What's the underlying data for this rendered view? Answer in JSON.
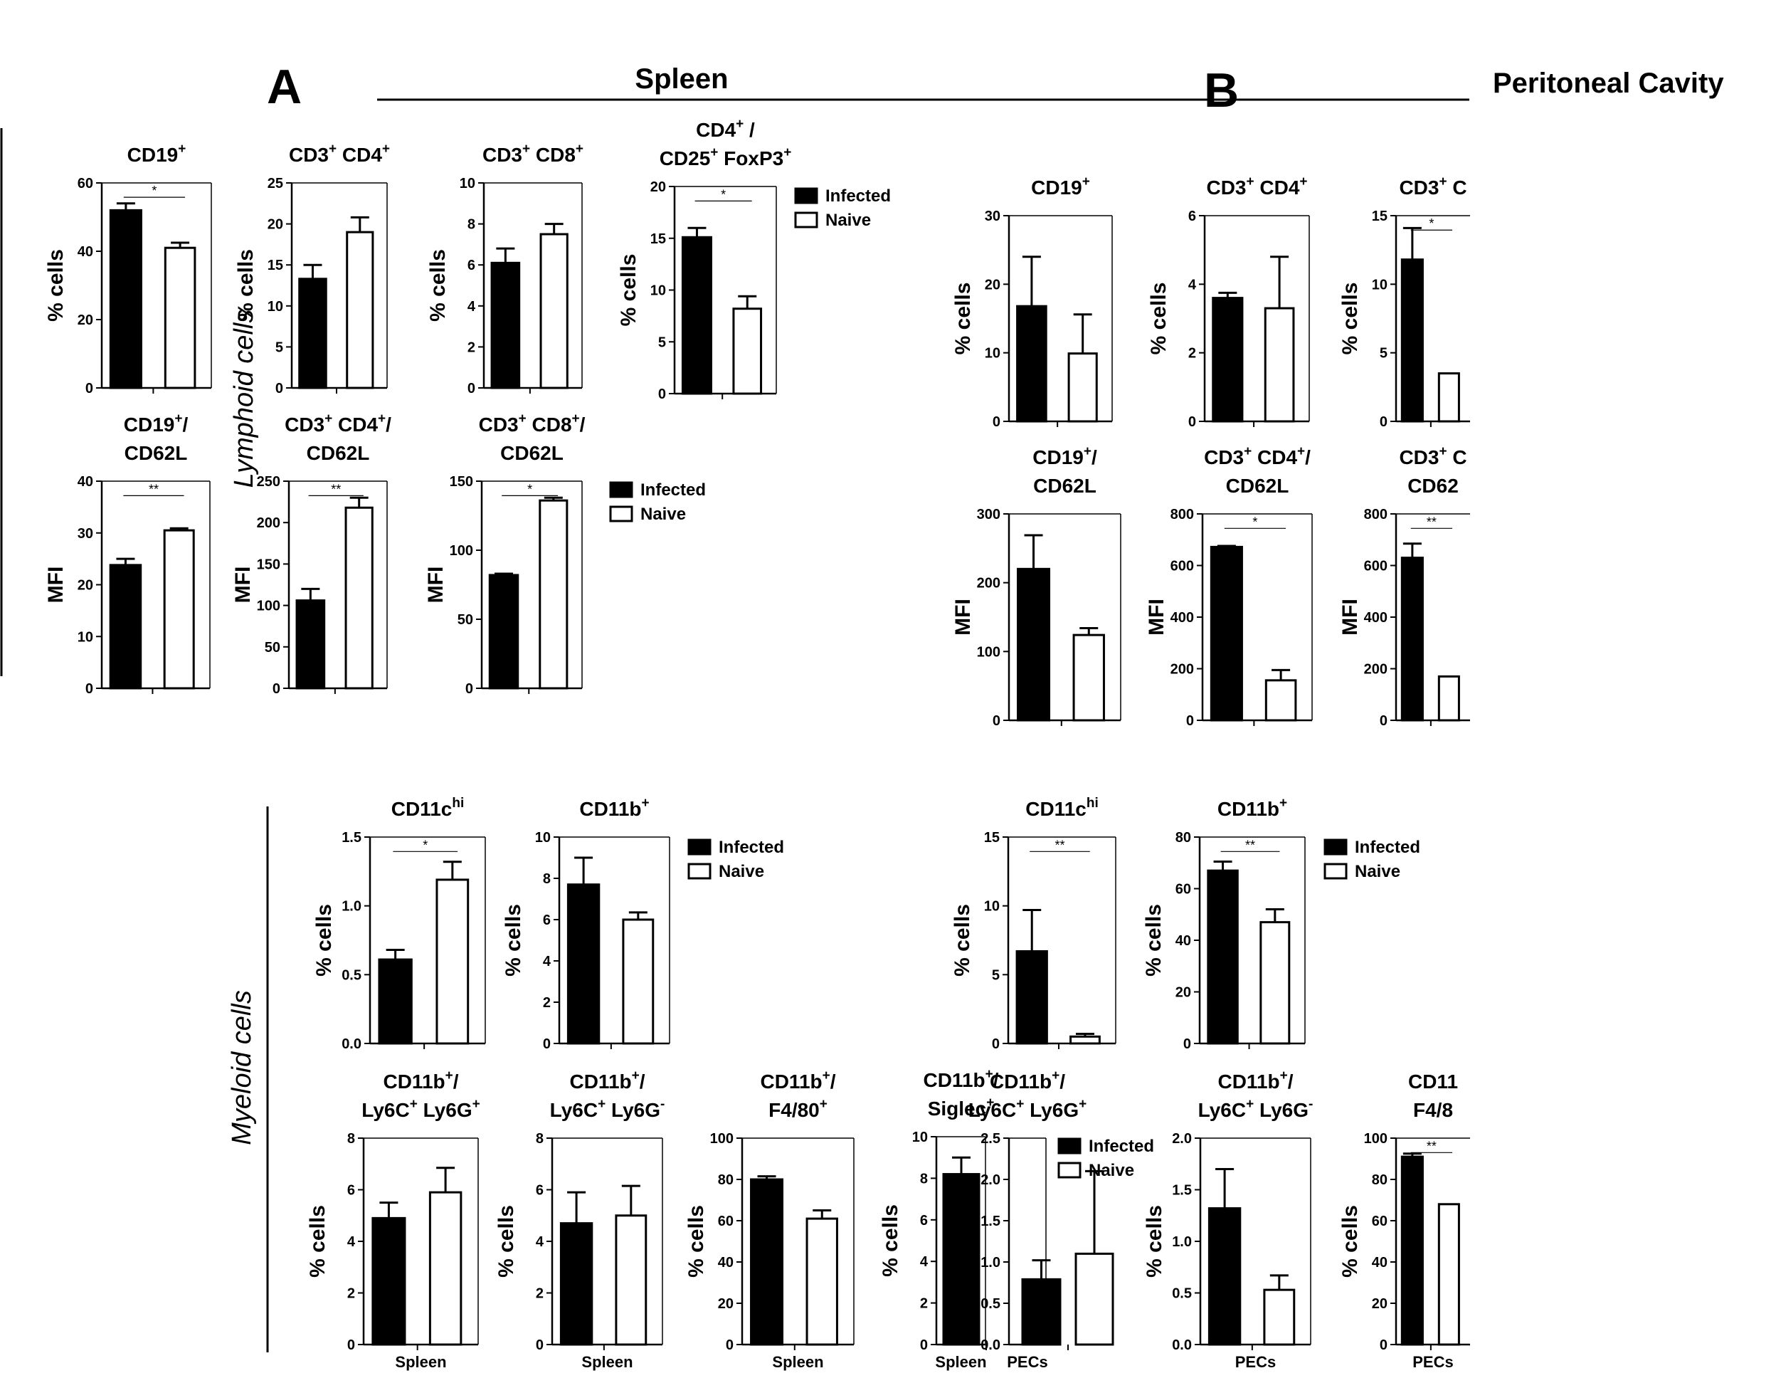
{
  "panel_letters": {
    "a": "A",
    "b": "B"
  },
  "section_labels": {
    "spleen": "Spleen",
    "peritoneal": "Peritoneal Cavity",
    "lymphoid": "Lymphoid cells",
    "myeloid": "Myeloid cells"
  },
  "legend_entries": [
    {
      "label": "Infected",
      "color": "#000000"
    },
    {
      "label": "Naive",
      "color": "#ffffff"
    }
  ],
  "chart_data": [
    {
      "id": "spl-cd19",
      "title": [
        [
          "CD19",
          "+"
        ]
      ],
      "ylabel": "% cells",
      "ylim": [
        0,
        60
      ],
      "ticks": [
        "0",
        "20",
        "40",
        "60"
      ],
      "values": [
        52,
        41
      ],
      "errors": [
        2,
        1.5
      ],
      "significance": "*",
      "xlabel": "",
      "type": "bar"
    },
    {
      "id": "spl-cd4",
      "title": [
        [
          "CD3",
          "+",
          " CD4",
          "+"
        ]
      ],
      "ylabel": "% cells",
      "ylim": [
        0,
        25
      ],
      "ticks": [
        "0",
        "5",
        "10",
        "15",
        "20",
        "25"
      ],
      "values": [
        13.3,
        19
      ],
      "errors": [
        1.7,
        1.8
      ],
      "significance": "",
      "xlabel": "",
      "type": "bar"
    },
    {
      "id": "spl-cd8",
      "title": [
        [
          "CD3",
          "+",
          " CD8",
          "+"
        ]
      ],
      "ylabel": "% cells",
      "ylim": [
        0,
        10
      ],
      "ticks": [
        "0",
        "2",
        "4",
        "6",
        "8",
        "10"
      ],
      "values": [
        6.1,
        7.5
      ],
      "errors": [
        0.7,
        0.5
      ],
      "significance": "",
      "xlabel": "",
      "type": "bar"
    },
    {
      "id": "spl-treg",
      "title": [
        [
          "CD4",
          "+",
          " /"
        ],
        [
          "CD25",
          "+",
          " FoxP3",
          "+"
        ]
      ],
      "ylabel": "% cells",
      "ylim": [
        0,
        20
      ],
      "ticks": [
        "0",
        "5",
        "10",
        "15",
        "20"
      ],
      "values": [
        15.1,
        8.2
      ],
      "errors": [
        0.9,
        1.2
      ],
      "significance": "*",
      "xlabel": "",
      "type": "bar"
    },
    {
      "id": "spl-cd19-cd62l",
      "title": [
        [
          "CD19",
          "+",
          "/"
        ],
        [
          "CD62L"
        ]
      ],
      "ylabel": "MFI",
      "ylim": [
        0,
        40
      ],
      "ticks": [
        "0",
        "10",
        "20",
        "30",
        "40"
      ],
      "values": [
        23.8,
        30.5
      ],
      "errors": [
        1.2,
        0.4
      ],
      "significance": "**",
      "xlabel": "",
      "type": "bar"
    },
    {
      "id": "spl-cd4-cd62l",
      "title": [
        [
          "CD3",
          "+",
          " CD4",
          "+",
          "/"
        ],
        [
          "CD62L"
        ]
      ],
      "ylabel": "MFI",
      "ylim": [
        0,
        250
      ],
      "ticks": [
        "0",
        "50",
        "100",
        "150",
        "200",
        "250"
      ],
      "values": [
        106,
        218
      ],
      "errors": [
        14,
        12
      ],
      "significance": "**",
      "xlabel": "",
      "type": "bar"
    },
    {
      "id": "spl-cd8-cd62l",
      "title": [
        [
          "CD3",
          "+",
          " CD8",
          "+",
          "/"
        ],
        [
          "CD62L"
        ]
      ],
      "ylabel": "MFI",
      "ylim": [
        0,
        150
      ],
      "ticks": [
        "0",
        "50",
        "100",
        "150"
      ],
      "values": [
        82,
        136
      ],
      "errors": [
        1,
        2
      ],
      "significance": "*",
      "xlabel": "",
      "type": "bar"
    },
    {
      "id": "pec-cd19",
      "title": [
        [
          "CD19",
          "+"
        ]
      ],
      "ylabel": "% cells",
      "ylim": [
        0,
        30
      ],
      "ticks": [
        "0",
        "10",
        "20",
        "30"
      ],
      "values": [
        16.8,
        9.9
      ],
      "errors": [
        7.2,
        5.7
      ],
      "significance": "",
      "xlabel": "",
      "type": "bar"
    },
    {
      "id": "pec-cd4",
      "title": [
        [
          "CD3",
          "+",
          " CD4",
          "+"
        ]
      ],
      "ylabel": "% cells",
      "ylim": [
        0,
        6
      ],
      "ticks": [
        "0",
        "2",
        "4",
        "6"
      ],
      "values": [
        3.6,
        3.3
      ],
      "errors": [
        0.15,
        1.5
      ],
      "significance": "",
      "xlabel": "",
      "type": "bar"
    },
    {
      "id": "pec-cd8",
      "title": [
        [
          "CD3",
          "+",
          " C"
        ]
      ],
      "ylabel": "% cells",
      "ylim": [
        0,
        15
      ],
      "ticks": [
        "0",
        "5",
        "10",
        "15"
      ],
      "values": [
        11.8,
        3.5
      ],
      "errors": [
        2.3,
        0
      ],
      "significance": "*",
      "xlabel": "",
      "type": "bar"
    },
    {
      "id": "pec-cd19-cd62l",
      "title": [
        [
          "CD19",
          "+",
          "/"
        ],
        [
          "CD62L"
        ]
      ],
      "ylabel": "MFI",
      "ylim": [
        0,
        300
      ],
      "ticks": [
        "0",
        "100",
        "200",
        "300"
      ],
      "values": [
        220,
        124
      ],
      "errors": [
        49,
        10
      ],
      "significance": "",
      "xlabel": "",
      "type": "bar"
    },
    {
      "id": "pec-cd4-cd62l",
      "title": [
        [
          "CD3",
          "+",
          " CD4",
          "+",
          "/"
        ],
        [
          "CD62L"
        ]
      ],
      "ylabel": "MFI",
      "ylim": [
        0,
        800
      ],
      "ticks": [
        "0",
        "200",
        "400",
        "600",
        "800"
      ],
      "values": [
        672,
        155
      ],
      "errors": [
        4,
        40
      ],
      "significance": "*",
      "xlabel": "",
      "type": "bar"
    },
    {
      "id": "pec-cd8-cd62l",
      "title": [
        [
          "CD3",
          "+",
          " C"
        ],
        [
          "CD62"
        ]
      ],
      "ylabel": "MFI",
      "ylim": [
        0,
        800
      ],
      "ticks": [
        "0",
        "200",
        "400",
        "600",
        "800"
      ],
      "values": [
        630,
        170
      ],
      "errors": [
        55,
        0
      ],
      "significance": "**",
      "xlabel": "",
      "type": "bar"
    },
    {
      "id": "spl-cd11c",
      "title": [
        [
          "CD11c",
          "hi"
        ]
      ],
      "ylabel": "% cells",
      "ylim": [
        0,
        1.5
      ],
      "ticks": [
        "0.0",
        "0.5",
        "1.0",
        "1.5"
      ],
      "values": [
        0.61,
        1.19
      ],
      "errors": [
        0.07,
        0.13
      ],
      "significance": "*",
      "xlabel": "",
      "type": "bar"
    },
    {
      "id": "spl-cd11b",
      "title": [
        [
          "CD11b",
          "+"
        ]
      ],
      "ylabel": "% cells",
      "ylim": [
        0,
        10
      ],
      "ticks": [
        "0",
        "2",
        "4",
        "6",
        "8",
        "10"
      ],
      "values": [
        7.7,
        6.0
      ],
      "errors": [
        1.3,
        0.35
      ],
      "significance": "",
      "xlabel": "",
      "type": "bar"
    },
    {
      "id": "pec-cd11c",
      "title": [
        [
          "CD11c",
          "hi"
        ]
      ],
      "ylabel": "% cells",
      "ylim": [
        0,
        15
      ],
      "ticks": [
        "0",
        "5",
        "10",
        "15"
      ],
      "values": [
        6.7,
        0.5
      ],
      "errors": [
        3,
        0.2
      ],
      "significance": "**",
      "xlabel": "",
      "type": "bar"
    },
    {
      "id": "pec-cd11b",
      "title": [
        [
          "CD11b",
          "+"
        ]
      ],
      "ylabel": "% cells",
      "ylim": [
        0,
        80
      ],
      "ticks": [
        "0",
        "20",
        "40",
        "60",
        "80"
      ],
      "values": [
        67,
        47
      ],
      "errors": [
        3.5,
        5
      ],
      "significance": "**",
      "xlabel": "",
      "type": "bar"
    },
    {
      "id": "spl-ly6g-pos",
      "title": [
        [
          "CD11b",
          "+",
          "/"
        ],
        [
          "Ly6C",
          "+",
          " Ly6G",
          "+"
        ]
      ],
      "ylabel": "% cells",
      "ylim": [
        0,
        8
      ],
      "ticks": [
        "0",
        "2",
        "4",
        "6",
        "8"
      ],
      "values": [
        4.9,
        5.9
      ],
      "errors": [
        0.6,
        0.95
      ],
      "significance": "",
      "xlabel": "Spleen",
      "type": "bar"
    },
    {
      "id": "spl-ly6g-neg",
      "title": [
        [
          "CD11b",
          "+",
          "/"
        ],
        [
          "Ly6C",
          "+",
          " Ly6G",
          "-"
        ]
      ],
      "ylabel": "% cells",
      "ylim": [
        0,
        8
      ],
      "ticks": [
        "0",
        "2",
        "4",
        "6",
        "8"
      ],
      "values": [
        4.7,
        5.0
      ],
      "errors": [
        1.2,
        1.15
      ],
      "significance": "",
      "xlabel": "Spleen",
      "type": "bar"
    },
    {
      "id": "spl-f480",
      "title": [
        [
          "CD11b",
          "+",
          "/"
        ],
        [
          "F4/80",
          "+"
        ]
      ],
      "ylabel": "% cells",
      "ylim": [
        0,
        100
      ],
      "ticks": [
        "0",
        "20",
        "40",
        "60",
        "80",
        "100"
      ],
      "values": [
        80,
        61
      ],
      "errors": [
        1.5,
        4
      ],
      "significance": "",
      "xlabel": "Spleen",
      "type": "bar"
    },
    {
      "id": "spl-siglec",
      "title": [
        [
          "CD11b",
          "+",
          "/"
        ],
        [
          "Siglec",
          "+"
        ]
      ],
      "ylabel": "% cells",
      "ylim": [
        0,
        10
      ],
      "ticks": [
        "0",
        "2",
        "4",
        "6",
        "8",
        "10"
      ],
      "values": [
        8.2,
        0
      ],
      "errors": [
        0.8,
        0
      ],
      "significance": "",
      "xlabel": "Spleen",
      "type": "bar"
    },
    {
      "id": "pec-ly6g-pos",
      "title": [
        [
          "CD11b",
          "+",
          "/"
        ],
        [
          "Ly6C",
          "+",
          " Ly6G",
          "+"
        ]
      ],
      "ylabel": "% cells",
      "ylim": [
        0,
        2.5
      ],
      "ticks": [
        "0.0",
        "0.5",
        "1.0",
        "1.5",
        "2.0",
        "2.5"
      ],
      "values": [
        0.79,
        1.1
      ],
      "errors": [
        0.23,
        1.0
      ],
      "significance": "",
      "xlabel": "PECs",
      "type": "bar"
    },
    {
      "id": "pec-ly6g-neg",
      "title": [
        [
          "CD11b",
          "+",
          "/"
        ],
        [
          "Ly6C",
          "+",
          " Ly6G",
          "-"
        ]
      ],
      "ylabel": "% cells",
      "ylim": [
        0,
        2.0
      ],
      "ticks": [
        "0.0",
        "0.5",
        "1.0",
        "1.5",
        "2.0"
      ],
      "values": [
        1.32,
        0.53
      ],
      "errors": [
        0.38,
        0.14
      ],
      "significance": "",
      "xlabel": "PECs",
      "type": "bar"
    },
    {
      "id": "pec-f480",
      "title": [
        [
          "CD11",
          ""
        ],
        [
          "F4/8",
          ""
        ]
      ],
      "ylabel": "% cells",
      "ylim": [
        0,
        100
      ],
      "ticks": [
        "0",
        "20",
        "40",
        "60",
        "80",
        "100"
      ],
      "values": [
        91,
        68
      ],
      "errors": [
        1.5,
        0
      ],
      "significance": "**",
      "xlabel": "PECs",
      "type": "bar"
    }
  ]
}
